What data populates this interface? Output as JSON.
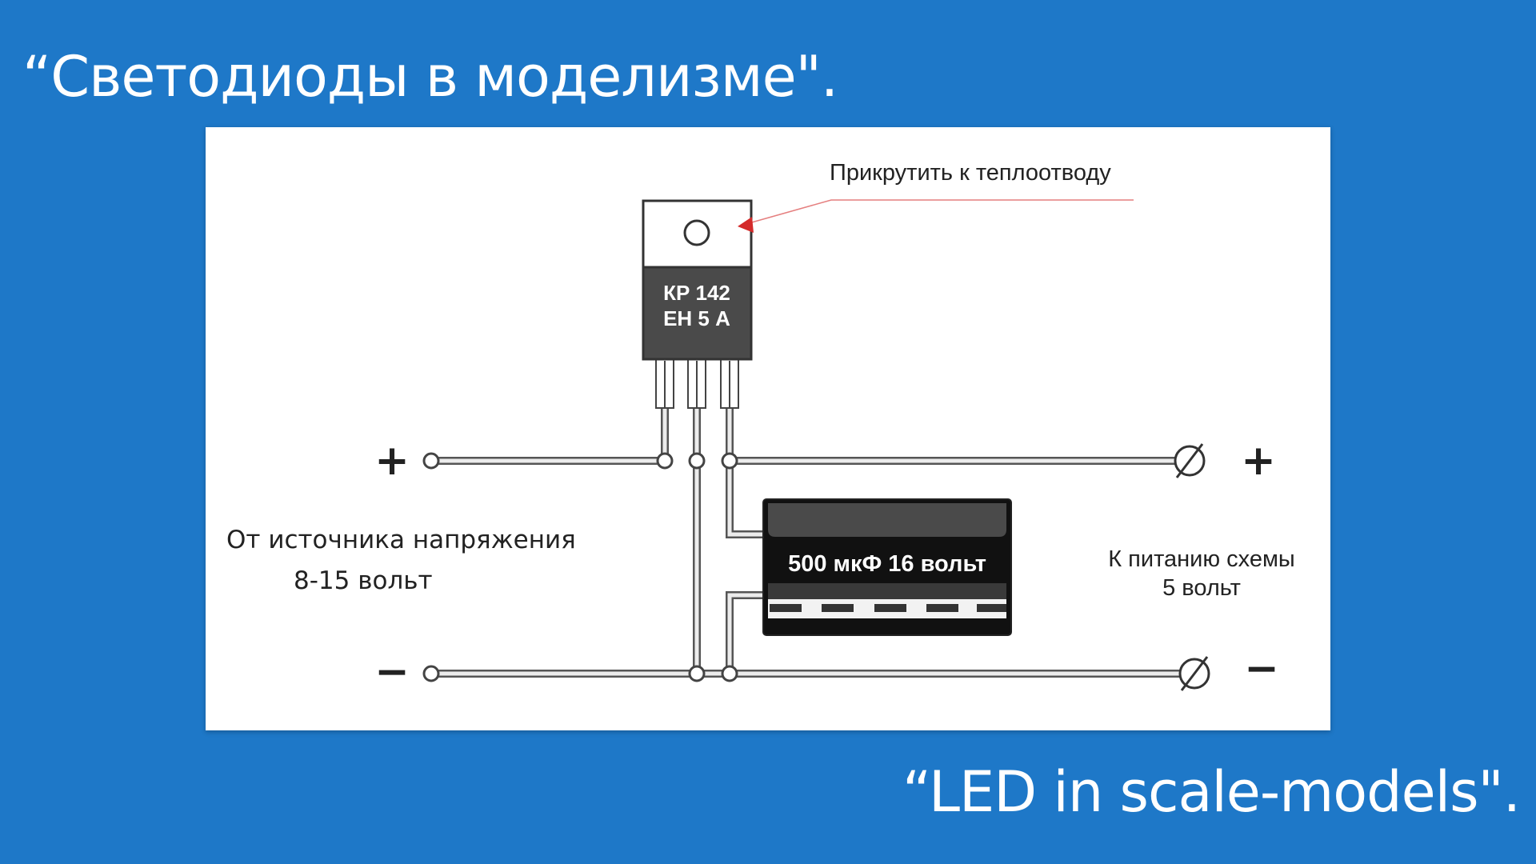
{
  "slide": {
    "title_ru": "“Светодиоды в моделизме\".",
    "title_en": "“LED in scale-models\"."
  },
  "diagram": {
    "heatsink_note": "Прикрутить к теплоотводу",
    "ic_label_line1": "КР 142",
    "ic_label_line2": "ЕН 5 А",
    "capacitor_label": "500 мкФ 16 вольт",
    "source_label_line1": "От источника напряжения",
    "source_label_line2": "8-15 вольт",
    "output_label_line1": "К питанию схемы",
    "output_label_line2": "5 вольт",
    "plus_symbol": "+",
    "minus_symbol": "−",
    "colors": {
      "background": "#1e78c8",
      "arrow": "#d42a2a",
      "wire_fill": "#ececec",
      "wire_outline": "#555555"
    }
  }
}
